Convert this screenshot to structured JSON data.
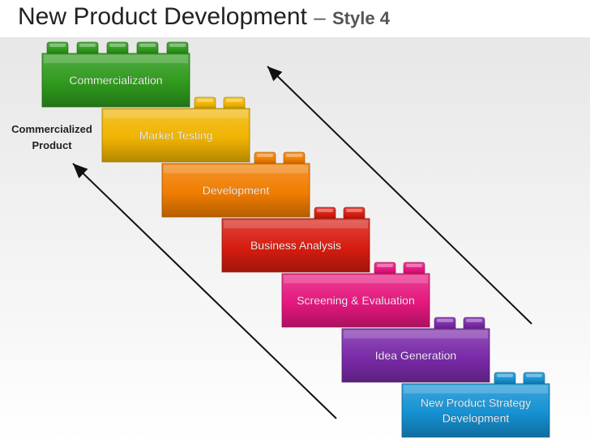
{
  "header": {
    "title_main": "New Product Development",
    "dash": "–",
    "title_style": "Style 4"
  },
  "diagram": {
    "side_label_line1": "Commercialized",
    "side_label_line2": "Product",
    "steps": [
      {
        "label_lines": [
          "Commercialization"
        ],
        "color": "#2f9a1d"
      },
      {
        "label_lines": [
          "Market Testing"
        ],
        "color": "#f0b400"
      },
      {
        "label_lines": [
          "Development"
        ],
        "color": "#f07d00"
      },
      {
        "label_lines": [
          "Business Analysis"
        ],
        "color": "#d71c10"
      },
      {
        "label_lines": [
          "Screening & Evaluation"
        ],
        "color": "#e5177e"
      },
      {
        "label_lines": [
          "Idea Generation"
        ],
        "color": "#7a2aa8"
      },
      {
        "label_lines": [
          "New Product Strategy",
          "Development"
        ],
        "color": "#1591d2"
      }
    ]
  }
}
